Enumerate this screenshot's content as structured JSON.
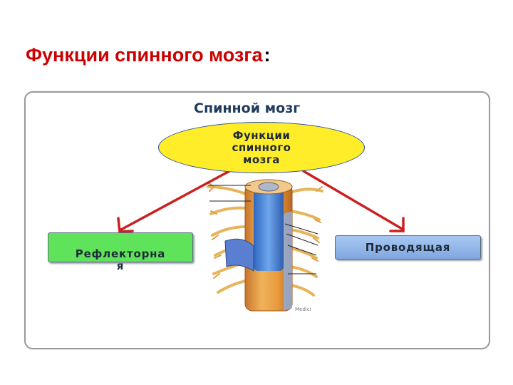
{
  "slide": {
    "title": "Функции спинного мозга",
    "title_colon": ":"
  },
  "diagram": {
    "heading": "Спинной мозг",
    "center_node": "Функции\nспинного\nмозга",
    "left_node": "Рефлекторна\nя",
    "right_node": "Проводящая",
    "watermark": "Medici"
  },
  "colors": {
    "title": "#cc0000",
    "center_node_fill": "#ffed2a",
    "left_node_fill": "#5fe35a",
    "right_node_fill": "#8fb5e8",
    "arrows": "#cc2020"
  },
  "icons": {
    "illustration": "spinal-cord-illustration"
  }
}
